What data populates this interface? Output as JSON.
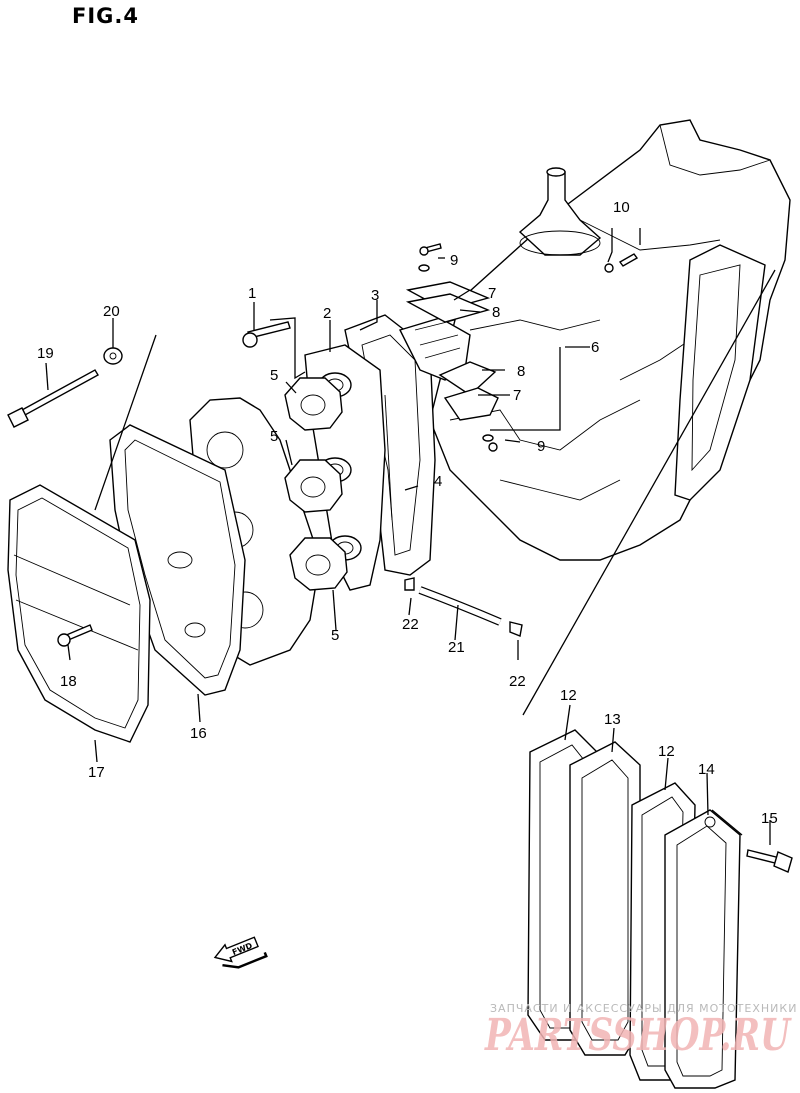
{
  "figure": {
    "title": "FIG.4"
  },
  "callouts": [
    {
      "id": "c1",
      "text": "1"
    },
    {
      "id": "c2",
      "text": "2"
    },
    {
      "id": "c3",
      "text": "3"
    },
    {
      "id": "c4",
      "text": "4"
    },
    {
      "id": "c5a",
      "text": "5"
    },
    {
      "id": "c5b",
      "text": "5"
    },
    {
      "id": "c5c",
      "text": "5"
    },
    {
      "id": "c6",
      "text": "6"
    },
    {
      "id": "c7a",
      "text": "7"
    },
    {
      "id": "c7b",
      "text": "7"
    },
    {
      "id": "c8a",
      "text": "8"
    },
    {
      "id": "c8b",
      "text": "8"
    },
    {
      "id": "c9a",
      "text": "9"
    },
    {
      "id": "c9b",
      "text": "9"
    },
    {
      "id": "c10",
      "text": "10"
    },
    {
      "id": "c12a",
      "text": "12"
    },
    {
      "id": "c12b",
      "text": "12"
    },
    {
      "id": "c13",
      "text": "13"
    },
    {
      "id": "c14",
      "text": "14"
    },
    {
      "id": "c15",
      "text": "15"
    },
    {
      "id": "c16",
      "text": "16"
    },
    {
      "id": "c17",
      "text": "17"
    },
    {
      "id": "c18",
      "text": "18"
    },
    {
      "id": "c19",
      "text": "19"
    },
    {
      "id": "c20",
      "text": "20"
    },
    {
      "id": "c21",
      "text": "21"
    },
    {
      "id": "c22a",
      "text": "22"
    },
    {
      "id": "c22b",
      "text": "22"
    }
  ],
  "fwd_badge": "FWD",
  "watermark": {
    "line1": "ЗАПЧАСТИ И АКСЕССУАРЫ ДЛЯ МОТОТЕХНИКИ",
    "line2": "PARTSSHOP.RU"
  }
}
